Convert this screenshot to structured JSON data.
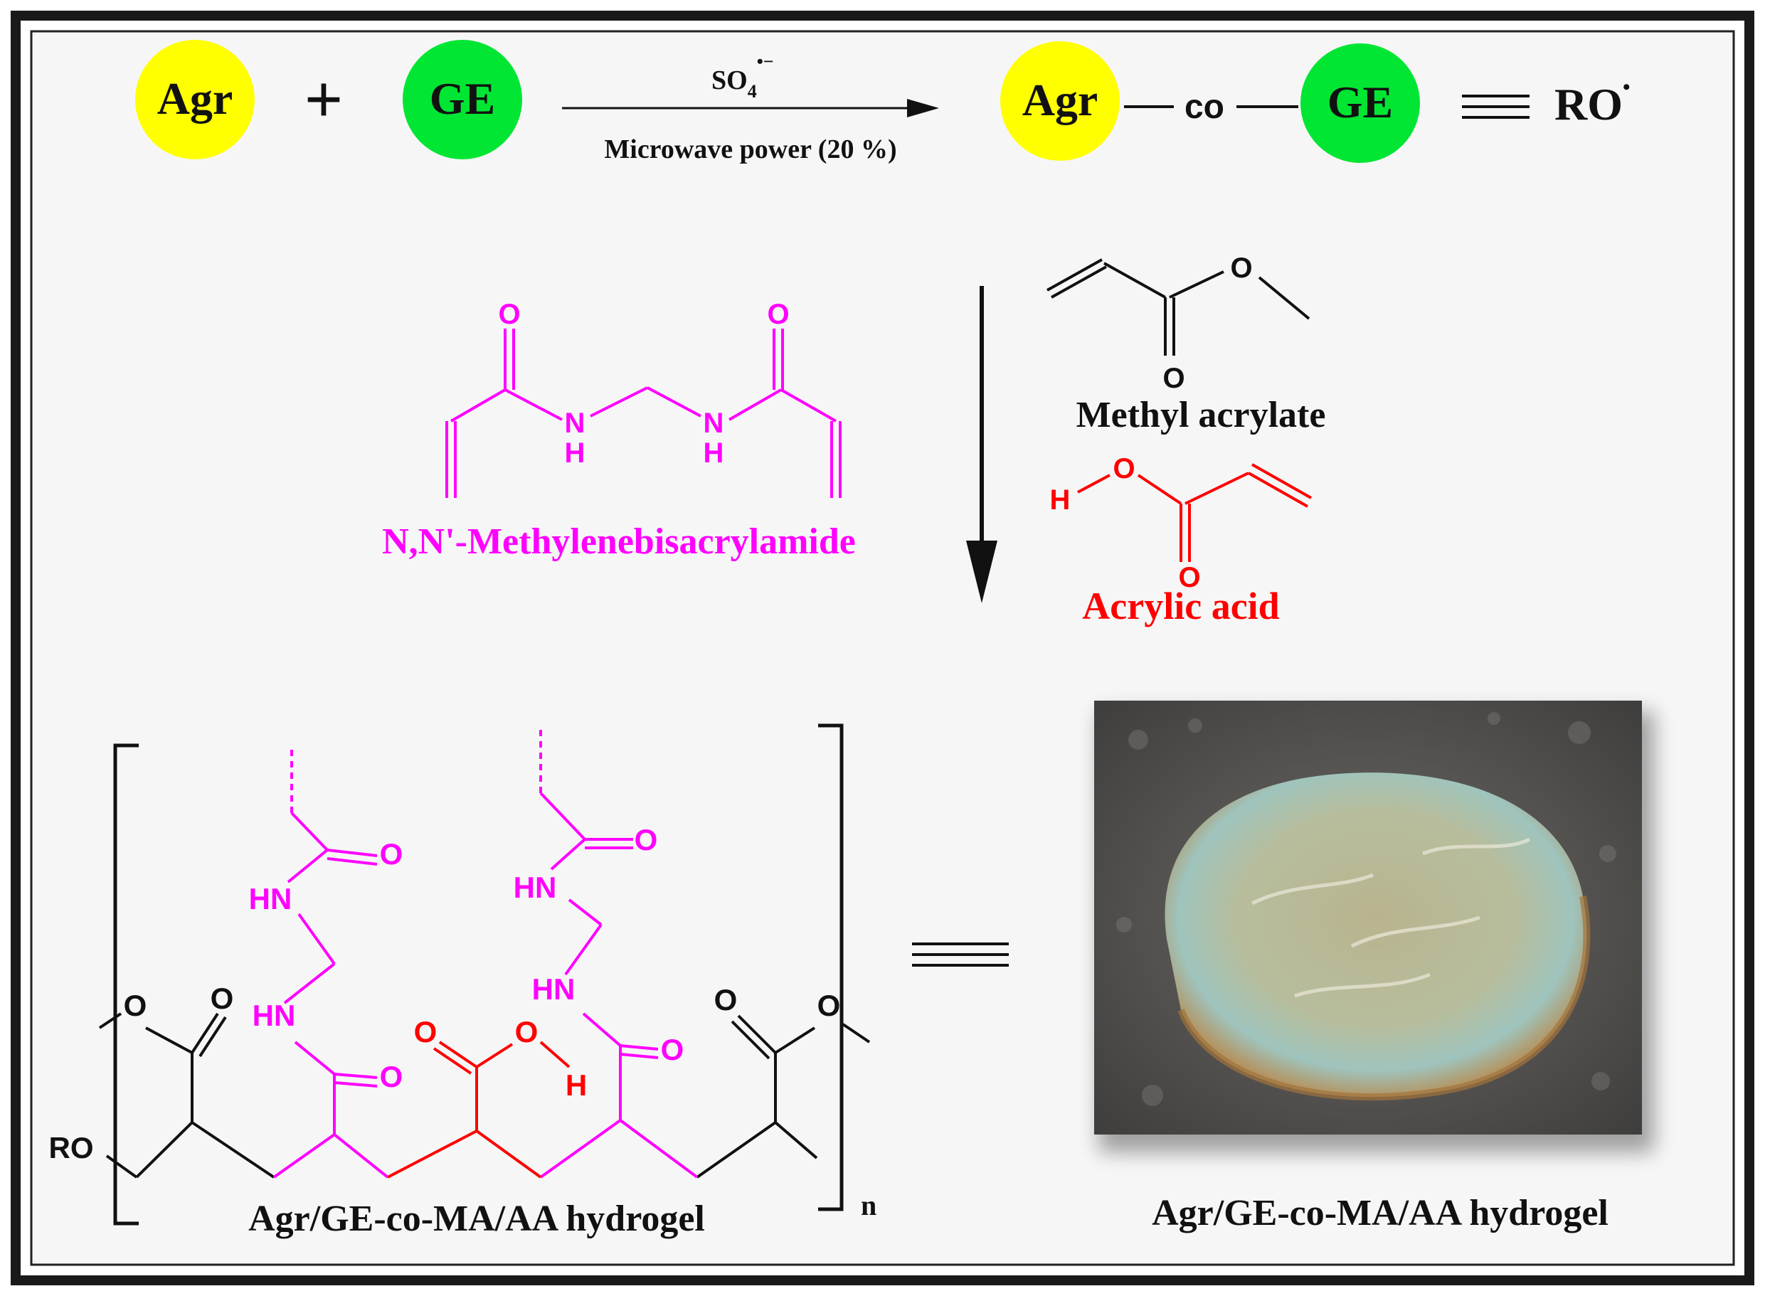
{
  "colors": {
    "agr_fill": "#ffff00",
    "ge_fill": "#00e633",
    "crosslinker": "#ff00ff",
    "acid": "#ff0000",
    "ink": "#111111",
    "frame": "#1a1a1a",
    "panel": "#f6f6f6"
  },
  "reaction1": {
    "agr": "Agr",
    "plus": "+",
    "ge": "GE",
    "reagent": "SO",
    "reagent_sub": "4",
    "reagent_sup": "•−",
    "condition": "Microwave power (20 %)",
    "product_agr": "Agr",
    "product_link": "co",
    "product_ge": "GE",
    "equiv": "≡",
    "radical": "RO",
    "radical_dot": "•"
  },
  "reagents": {
    "crosslinker_name": "N,N'-Methylenebisacrylamide",
    "monomer1_name": "Methyl acrylate",
    "monomer2_name": "Acrylic acid",
    "atom_O": "O",
    "atom_N": "N",
    "atom_H": "H"
  },
  "polymer": {
    "label": "Agr/GE-co-MA/AA hydrogel",
    "repeat": "n",
    "end_group": "RO",
    "HN": "HN",
    "O": "O",
    "H": "H"
  },
  "photo": {
    "caption": "Agr/GE-co-MA/AA hydrogel"
  }
}
